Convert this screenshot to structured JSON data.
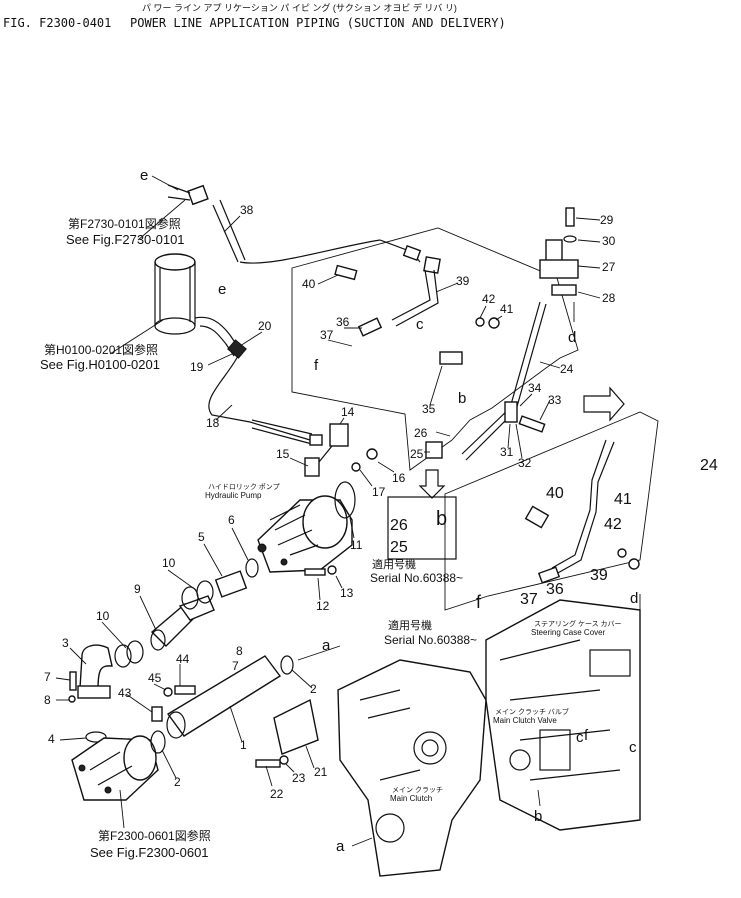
{
  "header": {
    "fig_no": "FIG. F2300-0401",
    "title_kana": "パ ワー ライン アプ リケーション パ イピ ング  (サクション オヨビ デ リバ リ)",
    "title": "POWER LINE APPLICATION PIPING (SUCTION AND DELIVERY)"
  },
  "references": {
    "f2730_jp": "第F2730-0101図参照",
    "f2730_en": "See Fig.F2730-0101",
    "h0100_jp": "第H0100-0201図参照",
    "h0100_en": "See Fig.H0100-0201",
    "f2300_jp": "第F2300-0601図参照",
    "f2300_en": "See Fig.F2300-0601"
  },
  "component_labels": {
    "hydraulic_pump_jp": "ハイドロリック ポンプ",
    "hydraulic_pump_en": "Hydraulic Pump",
    "steering_case_cover_jp": "ステアリング ケース カバー",
    "steering_case_cover_en": "Steering Case Cover",
    "main_clutch_valve_jp": "メイン クラッチ バルブ",
    "main_clutch_valve_en": "Main Clutch Valve",
    "main_clutch_jp": "メイン クラッチ",
    "main_clutch_en": "Main Clutch"
  },
  "serial_notes": {
    "label_jp": "適用号機",
    "inset_serial": "Serial No.60388~",
    "lower_serial": "Serial  No.60388~"
  },
  "callouts": {
    "c1": "1",
    "c2a": "2",
    "c2b": "2",
    "c3": "3",
    "c4": "4",
    "c5": "5",
    "c6": "6",
    "c7a": "7",
    "c7b": "7",
    "c8a": "8",
    "c8b": "8",
    "c9": "9",
    "c10a": "10",
    "c10b": "10",
    "c11": "11",
    "c12": "12",
    "c13": "13",
    "c14": "14",
    "c15": "15",
    "c16": "16",
    "c17": "17",
    "c18": "18",
    "c19": "19",
    "c20": "20",
    "c21": "21",
    "c22": "22",
    "c23": "23",
    "c24a": "24",
    "c24b": "24",
    "c25a": "25",
    "c25b": "25",
    "c26a": "26",
    "c26b": "26",
    "c27": "27",
    "c28": "28",
    "c29": "29",
    "c30": "30",
    "c31": "31",
    "c32": "32",
    "c33": "33",
    "c34": "34",
    "c35": "35",
    "c36a": "36",
    "c36b": "36",
    "c37a": "37",
    "c37b": "37",
    "c38": "38",
    "c39a": "39",
    "c39b": "39",
    "c40a": "40",
    "c40b": "40",
    "c41a": "41",
    "c41b": "41",
    "c42a": "42",
    "c42b": "42",
    "c43": "43",
    "c44": "44",
    "c45": "45"
  },
  "connection_letters": {
    "a1": "a",
    "a2": "a",
    "b1": "b",
    "b2": "b",
    "b3": "b",
    "c1": "c",
    "c2": "c",
    "c3": "c",
    "d1": "d",
    "d2": "d",
    "e1": "e",
    "e2": "e",
    "f1": "f",
    "f2": "f",
    "f3": "f"
  },
  "icons": [
    "arrow-right-icon",
    "arrow-down-icon",
    "hydraulic-pump-icon",
    "steering-case-icon",
    "main-clutch-icon",
    "tank-icon",
    "pipe-icon"
  ]
}
